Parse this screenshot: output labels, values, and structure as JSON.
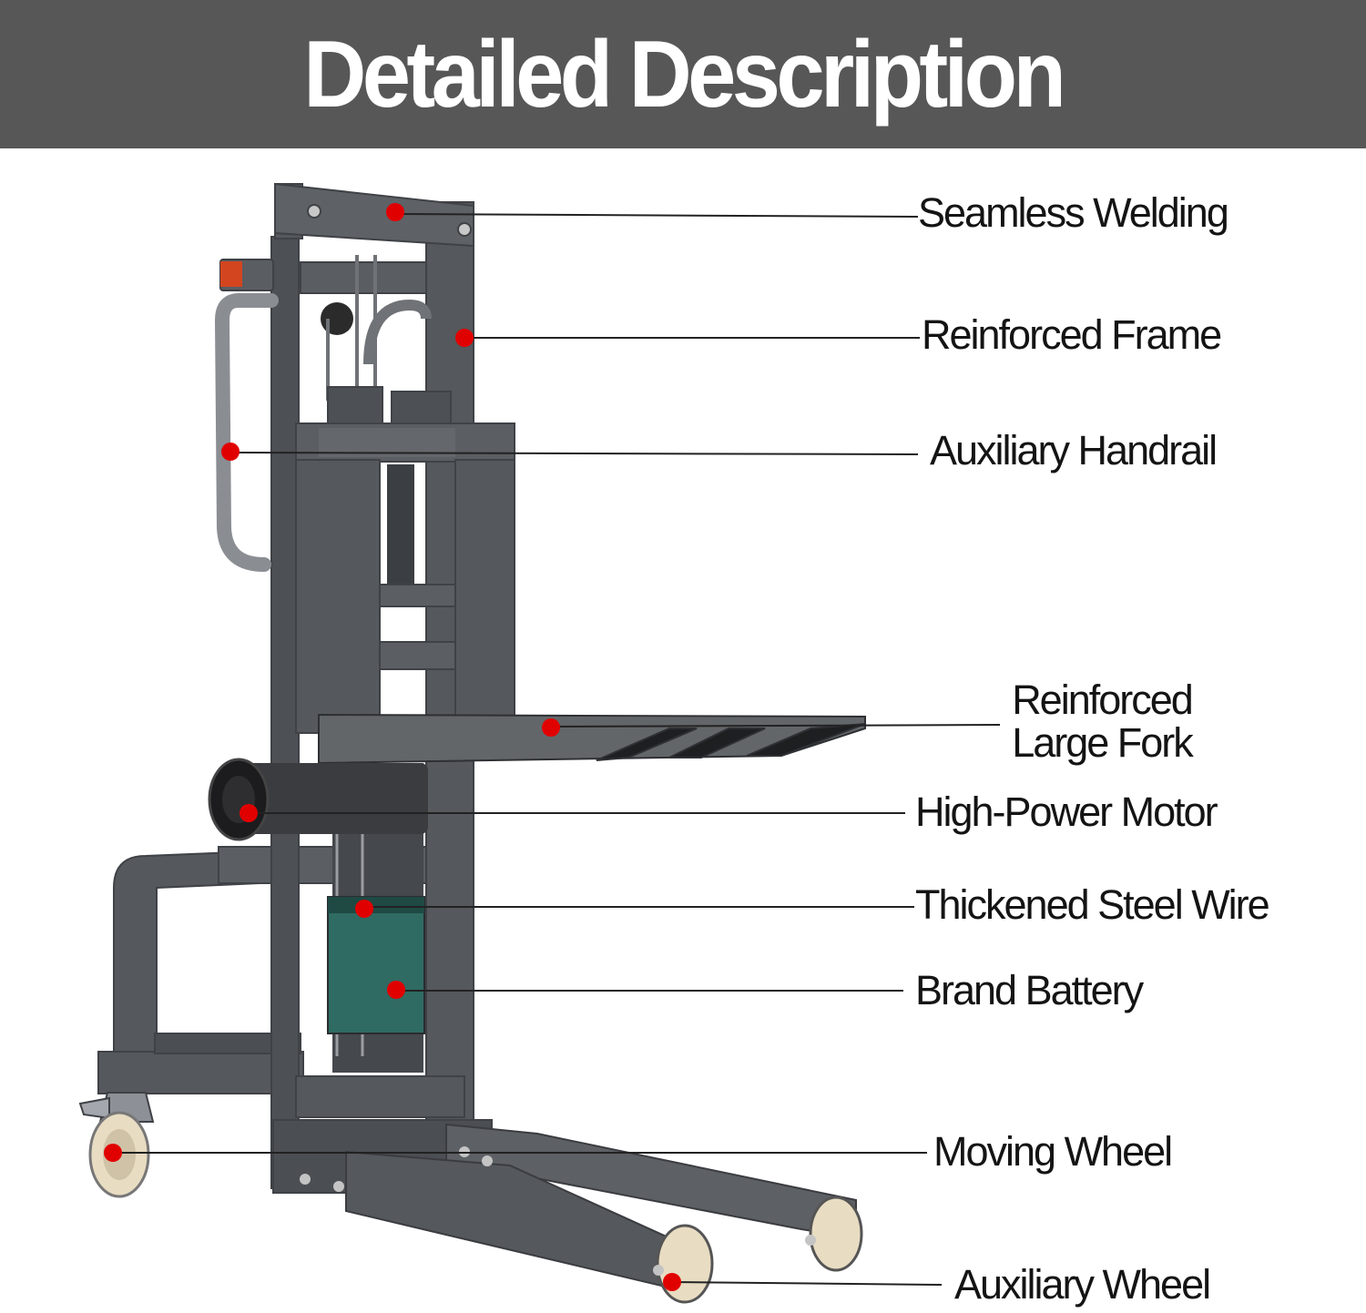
{
  "header": {
    "title": "Detailed Description"
  },
  "colors": {
    "header_bg": "#575757",
    "frame": "#55585c",
    "frame_dark": "#3f4246",
    "marker": "#e10000",
    "leader": "#222222",
    "wheel": "#e8dcc2"
  },
  "callouts": [
    {
      "id": "seamless-welding",
      "label": "Seamless Welding"
    },
    {
      "id": "reinforced-frame",
      "label": "Reinforced Frame"
    },
    {
      "id": "auxiliary-handrail",
      "label": "Auxiliary Handrail"
    },
    {
      "id": "reinforced-large-fork",
      "label_line1": "Reinforced",
      "label_line2": "Large Fork"
    },
    {
      "id": "high-power-motor",
      "label": "High-Power Motor"
    },
    {
      "id": "thickened-steel-wire",
      "label": "Thickened Steel Wire"
    },
    {
      "id": "brand-battery",
      "label": "Brand Battery"
    },
    {
      "id": "moving-wheel",
      "label": "Moving Wheel"
    },
    {
      "id": "auxiliary-wheel",
      "label": "Auxiliary Wheel"
    }
  ]
}
